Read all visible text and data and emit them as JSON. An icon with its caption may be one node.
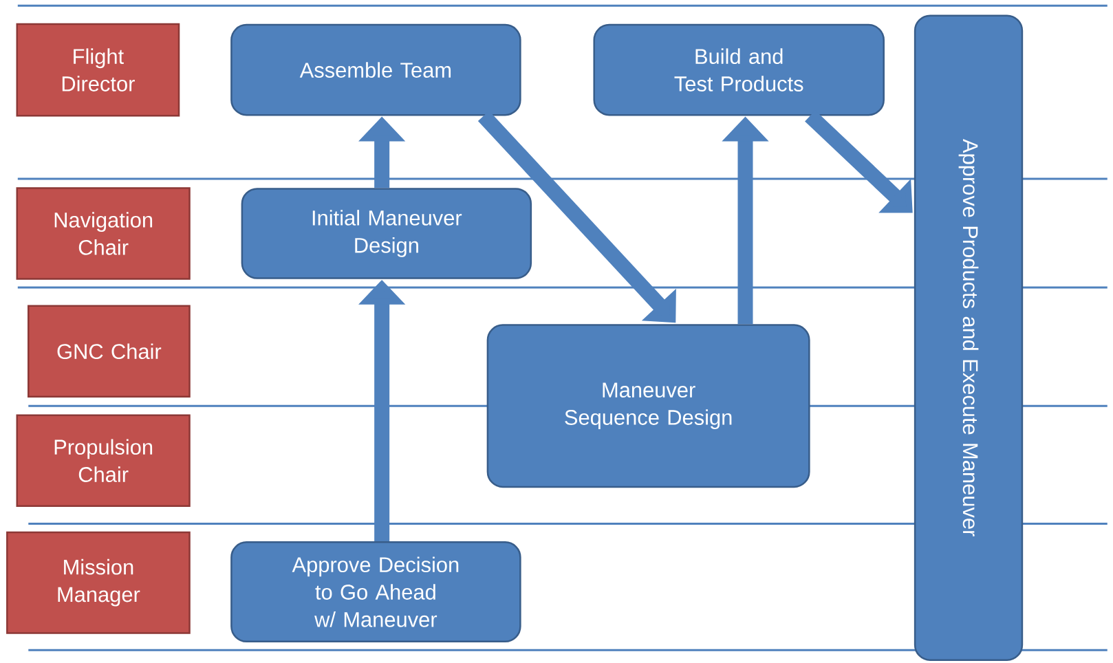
{
  "diagram": {
    "nodes": [
      {
        "text": [
          "Flight Director"
        ]
      },
      {
        "text": [
          "Assemble Team"
        ]
      },
      {
        "text": [
          "Build and Test Products"
        ]
      },
      {
        "text": [
          "Approve Products and Execute Maneuver"
        ]
      },
      {
        "text": [
          "Navigation Chair"
        ]
      },
      {
        "text": [
          "Initial Maneuver Design"
        ]
      },
      {
        "text": [
          "GNC Chair"
        ]
      },
      {
        "text": [
          "Maneuver Sequence Design"
        ]
      },
      {
        "text": [
          "Propulsion Chair"
        ]
      },
      {
        "text": [
          "Mission Manager"
        ]
      },
      {
        "text": [
          "Approve Decision to Go Ahead w/ Maneuver"
        ]
      }
    ],
    "edges": [
      {
        "from": 10,
        "to": 5,
        "arrow": "to"
      },
      {
        "from": 5,
        "to": 1,
        "arrow": "to"
      },
      {
        "from": 1,
        "to": 7,
        "arrow": "to"
      },
      {
        "from": 7,
        "to": 2,
        "arrow": "to"
      },
      {
        "from": 2,
        "to": 3,
        "arrow": "to"
      }
    ]
  }
}
